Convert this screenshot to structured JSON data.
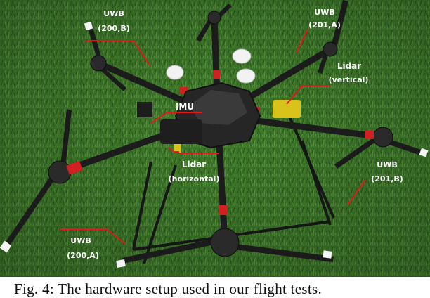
{
  "labels": {
    "uwb_200b": {
      "title": "UWB",
      "id": "(200,B)"
    },
    "uwb_201a": {
      "title": "UWB",
      "id": "(201,A)"
    },
    "lidar_vertical": {
      "title": "Lidar",
      "id": "(vertical)"
    },
    "imu": {
      "title": "IMU"
    },
    "lidar_horizontal": {
      "title": "Lidar",
      "id": "(horizontal)"
    },
    "uwb_201b": {
      "title": "UWB",
      "id": "(201,B)"
    },
    "uwb_200a": {
      "title": "UWB",
      "id": "(200,A)"
    }
  },
  "caption": "Fig. 4: The hardware setup used in our flight tests.",
  "colors": {
    "grass": "#3f7a2c",
    "frame": "#1f1f1f",
    "prop_tip": "#ffffff",
    "motor_mount": "#d21f1f",
    "pointer_line": "#e01a1a"
  }
}
